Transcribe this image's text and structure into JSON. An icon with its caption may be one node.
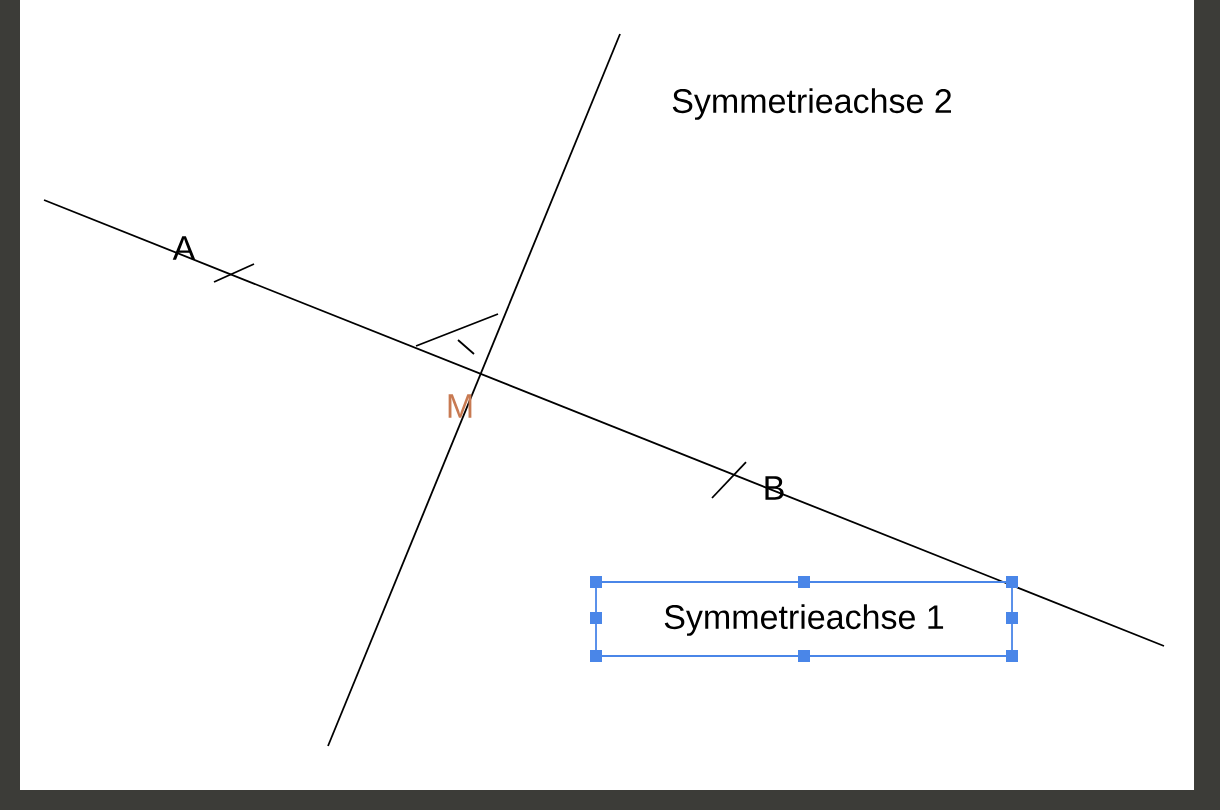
{
  "diagram": {
    "labels": [
      "Symmetrieachse 2",
      "A",
      "M",
      "B",
      "Symmetrieachse 1"
    ]
  }
}
